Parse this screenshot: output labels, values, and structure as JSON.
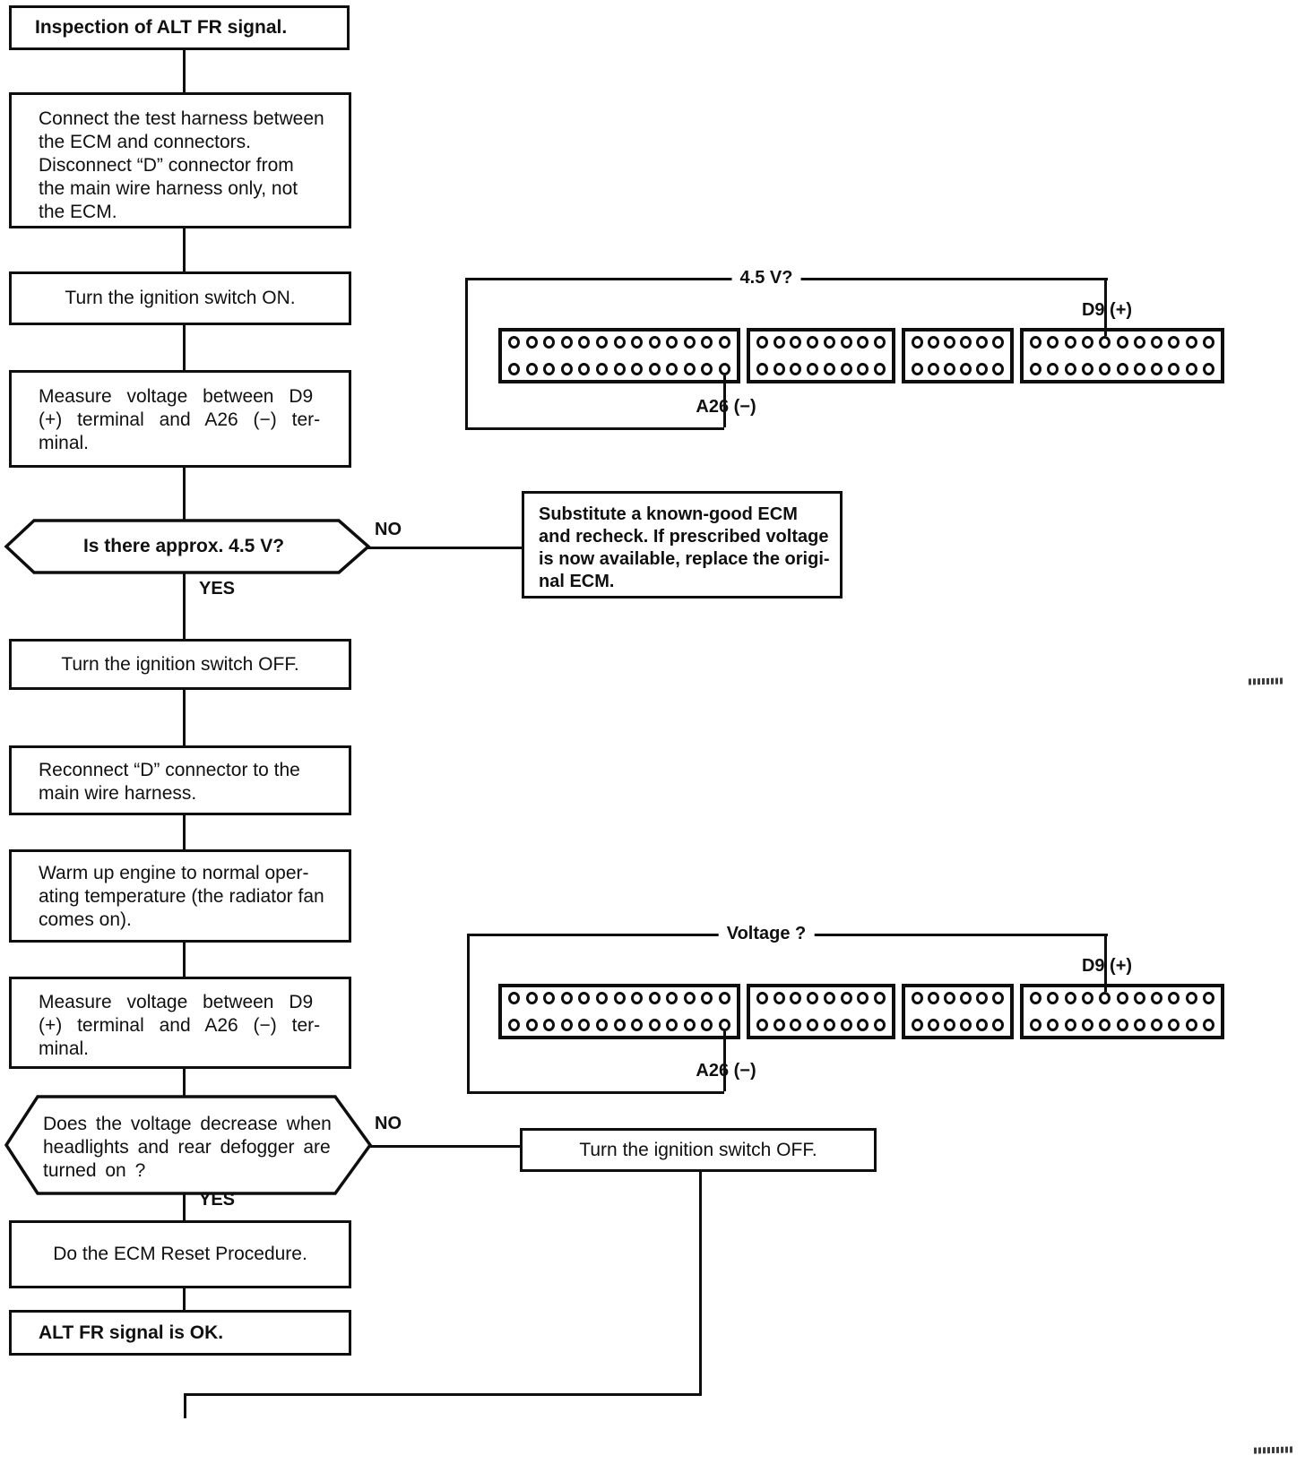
{
  "page": {
    "kind": "Service manual troubleshooting flowchart (scanned page)",
    "ink_color": "#0e0e0e",
    "paper_color": "#ffffff"
  },
  "flow": {
    "title": "Inspection of ALT FR signal.",
    "connect_harness": "Connect the test harness between\nthe ECM and connectors.\nDisconnect “D” connector from\nthe main wire harness only, not\nthe ECM.",
    "ignition_on": "Turn the ignition switch ON.",
    "measure_voltage_1": "Measure voltage between D9\n(+) terminal and A26 (−) ter-\nminal.",
    "decision_1": "Is there approx. 4.5 V?",
    "decision_1_no": "NO",
    "decision_1_yes": "YES",
    "substitute_ecm": "Substitute a known-good ECM\nand recheck. If prescribed voltage\nis now available, replace the origi-\nnal ECM.",
    "ignition_off_1": "Turn the ignition switch OFF.",
    "reconnect_d": "Reconnect “D” connector to the\nmain wire harness.",
    "warm_up": "Warm up engine to normal oper-\nating temperature (the radiator fan\ncomes on).",
    "measure_voltage_2": "Measure voltage between D9\n(+) terminal and A26 (−) ter-\nminal.",
    "decision_2": "Does the voltage decrease when\nheadlights and rear defogger are\nturned on ?",
    "decision_2_no": "NO",
    "decision_2_yes": "YES",
    "ecm_reset": "Do the ECM Reset Procedure.",
    "signal_ok": "ALT FR signal is OK.",
    "ignition_off_2": "Turn the ignition switch OFF."
  },
  "connector_diagrams": [
    {
      "measurement_label": "4.5 V?",
      "positive_terminal_label": "D9 (+)",
      "negative_terminal_label": "A26 (−)",
      "blocks_pins_per_row": [
        13,
        8,
        6,
        11
      ],
      "rows_per_block": 2,
      "positive_pin": {
        "block": 3,
        "row": 0,
        "pin": 4
      },
      "negative_pin": {
        "block": 0,
        "row": 1,
        "pin": 12
      }
    },
    {
      "measurement_label": "Voltage ?",
      "positive_terminal_label": "D9 (+)",
      "negative_terminal_label": "A26 (−)",
      "blocks_pins_per_row": [
        13,
        8,
        6,
        11
      ],
      "rows_per_block": 2,
      "positive_pin": {
        "block": 3,
        "row": 0,
        "pin": 4
      },
      "negative_pin": {
        "block": 0,
        "row": 1,
        "pin": 12
      }
    }
  ]
}
